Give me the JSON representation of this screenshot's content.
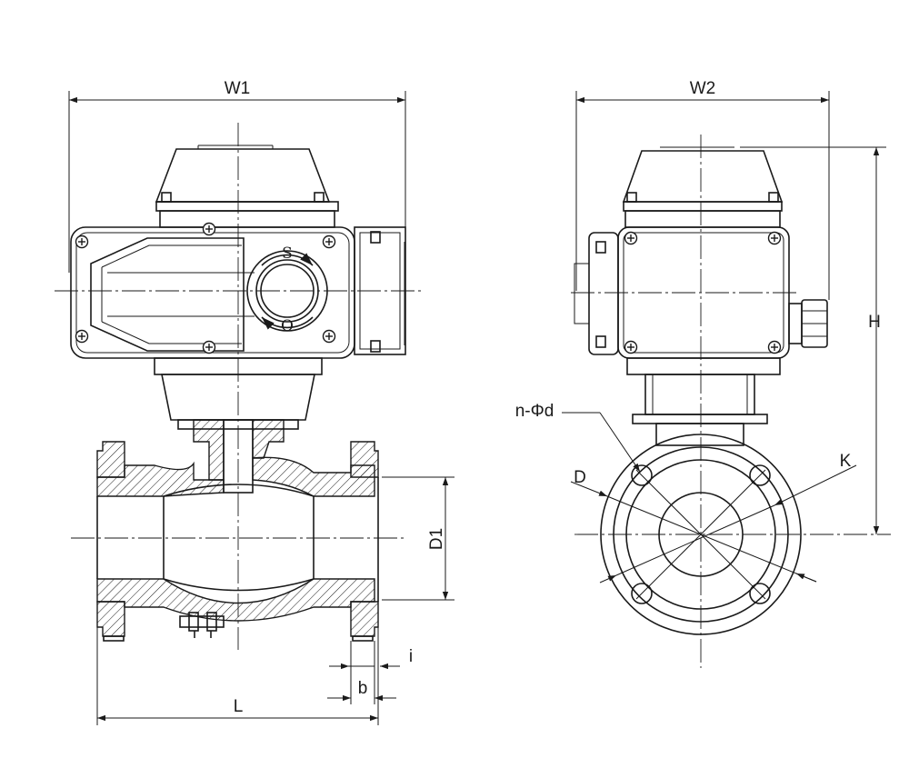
{
  "labels": {
    "w1": "W1",
    "w2": "W2",
    "h": "H",
    "d1": "D1",
    "l": "L",
    "i": "i",
    "b": "b",
    "d": "D",
    "k": "K",
    "n_phi_d": "n-Φd",
    "dial_s": "S",
    "dial_o": "O"
  },
  "colors": {
    "line": "#1a1a1a",
    "background": "#ffffff"
  }
}
